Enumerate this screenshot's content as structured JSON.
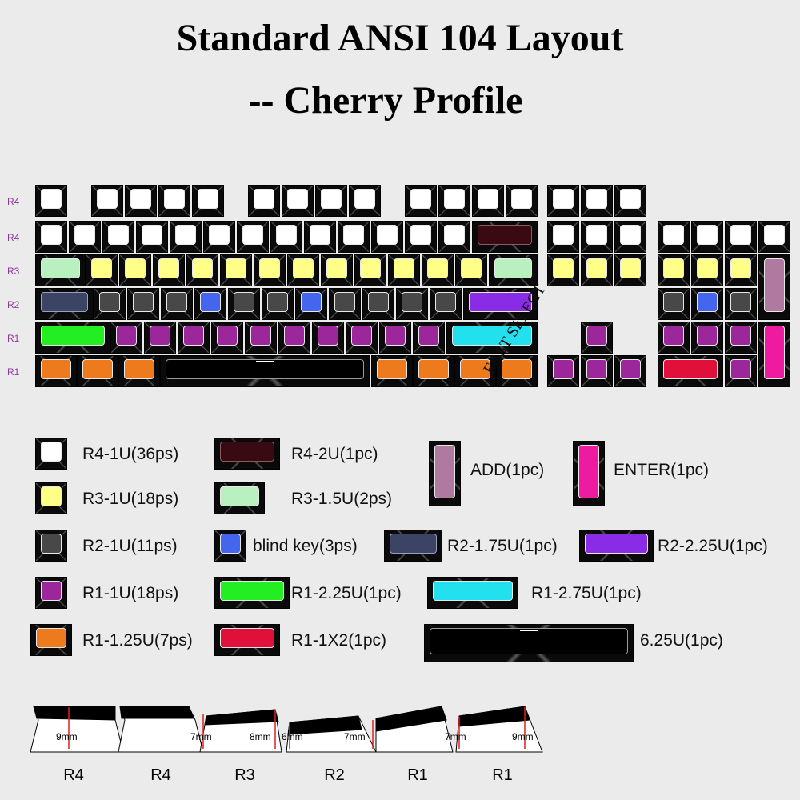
{
  "title": {
    "line1": "Standard ANSI 104 Layout",
    "line2": "-- Cherry Profile"
  },
  "watermark": "EAST SELECT",
  "colors": {
    "r4_1u": "#ffffff",
    "r4_2u": "#3a0a12",
    "r3_1u": "#ffff88",
    "r3_15u": "#b8f0c0",
    "r2_1u": "#484848",
    "blind": "#4466ee",
    "r2_175u": "#3c4466",
    "r2_225u": "#8a2be6",
    "r1_1u": "#9b279b",
    "r1_225u": "#22ee22",
    "r1_275u": "#22e0ee",
    "r1_125u": "#ee7a1e",
    "r1_1x2": "#e0103a",
    "space": "#000000",
    "add": "#b07aa0",
    "enter": "#ee1aa0"
  },
  "row_labels": [
    "R4",
    "R4",
    "R3",
    "R2",
    "R1",
    "R1"
  ],
  "legend": [
    {
      "label": "R4-1U(36ps)",
      "color": "#ffffff"
    },
    {
      "label": "R4-2U(1pc)",
      "color": "#3a0a12"
    },
    {
      "label": "ADD(1pc)",
      "color": "#b07aa0"
    },
    {
      "label": "ENTER(1pc)",
      "color": "#ee1aa0"
    },
    {
      "label": "R3-1U(18ps)",
      "color": "#ffff88"
    },
    {
      "label": "R3-1.5U(2ps)",
      "color": "#b8f0c0"
    },
    {
      "label": "R2-1U(11ps)",
      "color": "#484848"
    },
    {
      "label": "blind key(3ps)",
      "color": "#4466ee"
    },
    {
      "label": "R2-1.75U(1pc)",
      "color": "#3c4466"
    },
    {
      "label": "R2-2.25U(1pc)",
      "color": "#8a2be6"
    },
    {
      "label": "R1-1U(18ps)",
      "color": "#9b279b"
    },
    {
      "label": "R1-2.25U(1pc)",
      "color": "#22ee22"
    },
    {
      "label": "R1-2.75U(1pc)",
      "color": "#22e0ee"
    },
    {
      "label": "R1-1.25U(7ps)",
      "color": "#ee7a1e"
    },
    {
      "label": "R1-1X2(1pc)",
      "color": "#e0103a"
    },
    {
      "label": "6.25U(1pc)",
      "color": "#000000"
    }
  ],
  "profile": {
    "labels": [
      "R4",
      "R4",
      "R3",
      "R2",
      "R1",
      "R1"
    ],
    "measures": [
      "9mm",
      "7mm",
      "8mm",
      "6mm",
      "7mm",
      "7mm",
      "9mm"
    ]
  }
}
